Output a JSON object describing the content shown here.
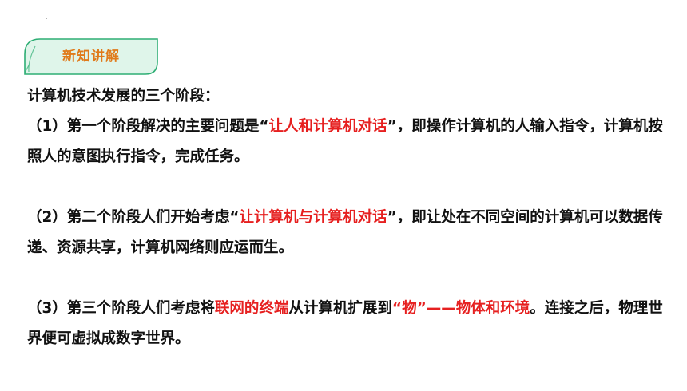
{
  "badge": {
    "label": "新知讲解",
    "fill_color": "#dff5ea",
    "stroke_color": "#2eae74",
    "text_color": "#e07a1a"
  },
  "heading": "计算机技术发展的三个阶段：",
  "paragraphs": [
    {
      "pre": "（1）第一个阶段解决的主要问题是",
      "quote_open": "“",
      "highlight": "让人和计算机对话",
      "quote_close": "”",
      "post": "，即操作计算机的人输入指令，计算机按照人的意图执行指令，完成任务。"
    },
    {
      "pre": "（2）第二个阶段人们开始考虑",
      "quote_open": "“",
      "highlight": "让计算机与计算机对话",
      "quote_close": "”",
      "post": "，即让处在不同空间的计算机可以数据传递、资源共享，计算机网络则应运而生。"
    },
    {
      "pre": "（3）第三个阶段人们考虑将",
      "highlight_a": "联网的终端",
      "mid": "从计算机扩展到",
      "highlight_b": "“物”——物体和环境",
      "post": "。连接之后，物理世界便可虚拟成数字世界。"
    }
  ],
  "highlight_color": "#e62020",
  "text_color": "#111111"
}
